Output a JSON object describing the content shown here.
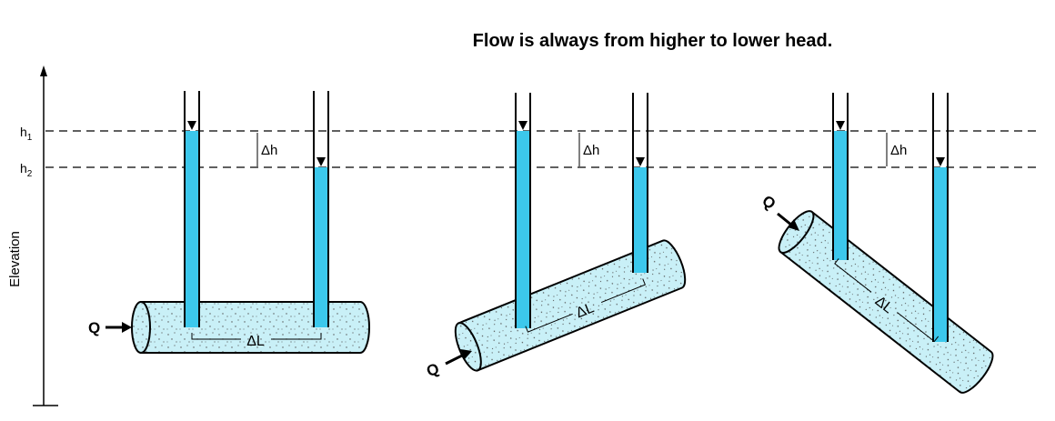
{
  "title": "Flow is always from higher to lower head.",
  "axis": {
    "ylabel": "Elevation",
    "h1": "h",
    "h1_sub": "1",
    "h2": "h",
    "h2_sub": "2"
  },
  "labels": {
    "delta_h": "Δh",
    "delta_L": "ΔL",
    "flow": "Q"
  },
  "colors": {
    "water": "#3cc8ec",
    "pipe_fill": "#c9f0f7",
    "stroke": "#000000"
  }
}
